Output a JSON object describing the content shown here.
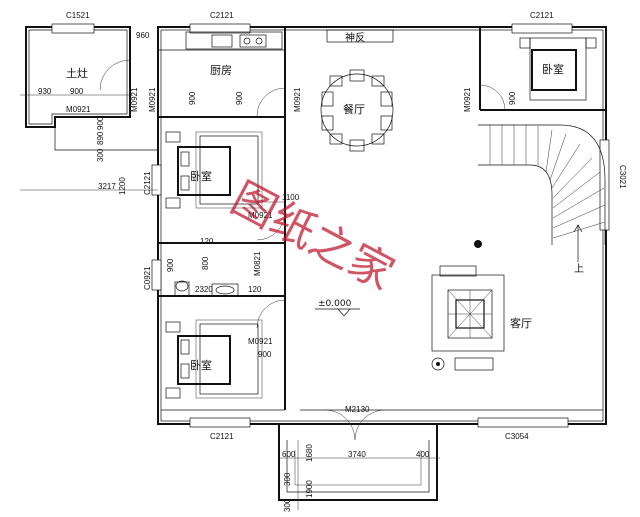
{
  "rooms": {
    "tuzao": "土灶",
    "kitchen": "厨房",
    "dining": "餐厅",
    "shrine": "神反",
    "bedroom_nw": "卧室",
    "bedroom_sw": "卧室",
    "bedroom_ne": "卧室",
    "living": "客厅"
  },
  "windows": {
    "c1521": "C1521",
    "c2121_top": "C2121",
    "c2121_ne": "C2121",
    "c2121_bottom": "C2121",
    "c3054": "C3054",
    "c3021": "C3021",
    "c0921": "C0921",
    "c2121_side": "C2121"
  },
  "doors": {
    "m0921_a": "M0921",
    "m0921_b": "M0921",
    "m0921_c": "M0921",
    "m0921_d": "M0921",
    "m0921_e": "M0921",
    "m0921_f": "M0921",
    "m0921_g": "M0921",
    "m0821": "M0821",
    "m2130": "M2130"
  },
  "dims": {
    "d960": "960",
    "d900_a": "900",
    "d930": "930",
    "d900_b": "900",
    "d900_c": "900",
    "d900_d": "900",
    "d900_e": "900",
    "d900_f": "900",
    "d890": "890",
    "d300": "300",
    "d3217": "3217",
    "d120_a": "120",
    "d1200": "1200",
    "d1100": "1100",
    "d800": "800",
    "d2320": "2320",
    "d120_b": "120",
    "d600": "600",
    "d1680": "1680",
    "d3740": "3740",
    "d400": "400",
    "d1900": "1900",
    "d300b": "300",
    "d300c": "300",
    "d900_g": "900"
  },
  "level": "±0.000",
  "stair_label": "上",
  "watermark": "图纸之家"
}
